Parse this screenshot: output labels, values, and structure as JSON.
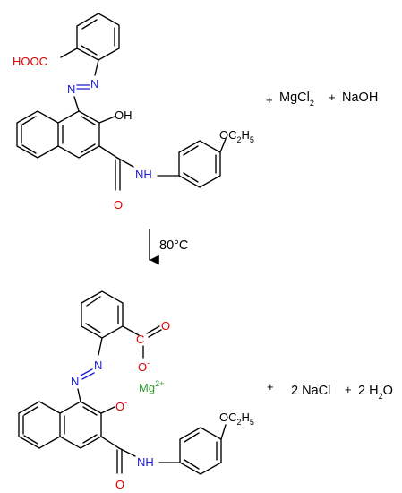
{
  "colors": {
    "carbon": "#000000",
    "oxygen": "#e00000",
    "nitrogen": "#1b1bd6",
    "magnesium": "#2f9a2f"
  },
  "reactant": {
    "cooh": "HOOC",
    "n1": "N",
    "n2": "N",
    "oh": "OH",
    "nh": "NH",
    "o_amide": "O",
    "oet_o": "OC",
    "oet_sub1": "2",
    "oet_h": "H",
    "oet_sub2": "5"
  },
  "reagents": {
    "plus1": "+",
    "mgcl2_main": "MgCl",
    "mgcl2_sub": "2",
    "plus2": "+",
    "naoh": "NaOH"
  },
  "arrow": {
    "condition": "80°C"
  },
  "product": {
    "carboxylate_o1": "O",
    "carboxylate_o2": "O",
    "carboxylate_o2_charge": "-",
    "carboxylate_c": "C",
    "n1": "N",
    "n2": "N",
    "phenolate_o": "O",
    "phenolate_charge": "-",
    "mg": "Mg",
    "mg_charge": "2+",
    "nh": "NH",
    "o_amide": "O",
    "oet_o": "OC",
    "oet_sub1": "2",
    "oet_h": "H",
    "oet_sub2": "5"
  },
  "byproducts": {
    "plus1": "+",
    "nacl": "2 NaCl",
    "plus2": "+",
    "water_main": "2 H",
    "water_sub": "2",
    "water_o": "O"
  }
}
